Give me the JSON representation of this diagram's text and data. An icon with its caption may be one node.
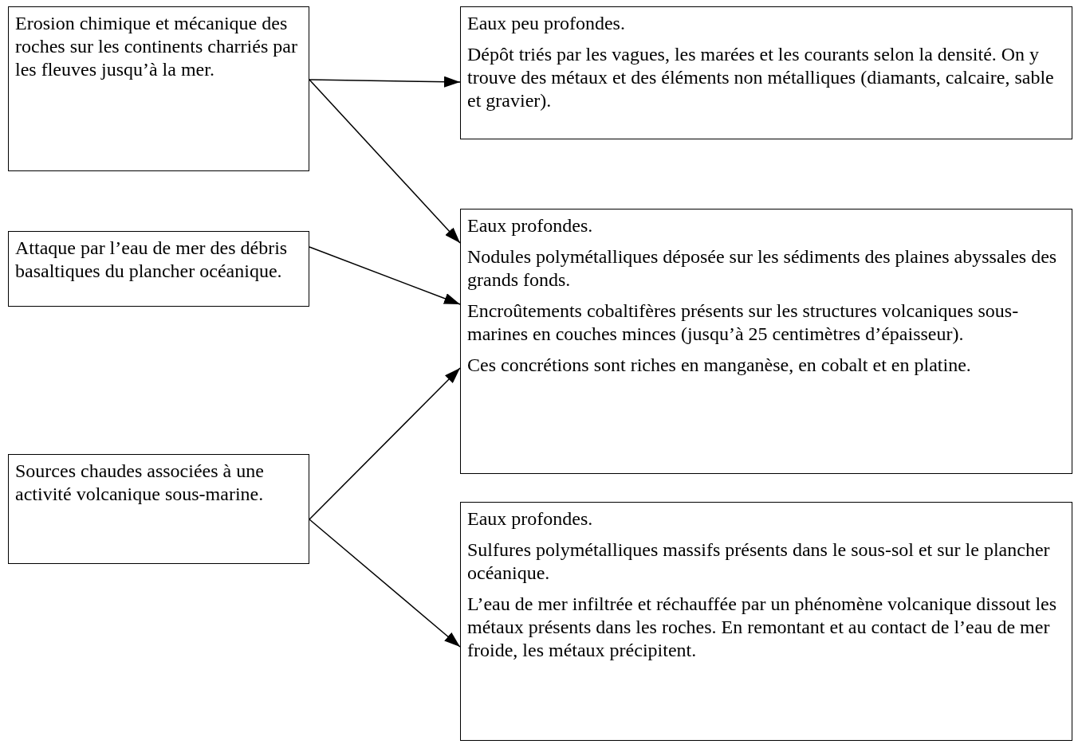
{
  "diagram": {
    "nodes": [
      {
        "text": [
          "Erosion chimique et mécanique des roches sur les continents charriés par les fleuves jusqu’à la mer."
        ]
      },
      {
        "text": [
          "Attaque par l’eau de mer des débris basaltiques du plancher océanique."
        ]
      },
      {
        "text": [
          "Sources chaudes associées à une activité volcanique sous-marine."
        ]
      },
      {
        "text": [
          "Eaux peu profondes.",
          "Dépôt triés par les vagues, les marées et les courants selon la densité. On y trouve des métaux et des éléments non métalliques (diamants, calcaire, sable et gravier)."
        ]
      },
      {
        "text": [
          "Eaux profondes.",
          "Nodules polymétalliques déposée sur les sédiments des plaines abyssales des grands fonds.",
          "Encroûtements cobaltifères présents sur les structures volcaniques sous-marines en couches minces (jusqu’à 25 centimètres d’épaisseur).",
          "Ces concrétions sont riches en manganèse, en cobalt et en platine."
        ]
      },
      {
        "text": [
          "Eaux profondes.",
          "Sulfures polymétalliques massifs présents dans le sous-sol et sur le plancher océanique.",
          "L’eau de mer infiltrée et réchauffée par un phénomène volcanique dissout les métaux présents dans les roches. En remontant et au contact de l’eau de mer froide, les métaux précipitent."
        ]
      }
    ],
    "edges": [
      {
        "from": 0,
        "to": 3,
        "arrow": "to"
      },
      {
        "from": 0,
        "to": 4,
        "arrow": "to"
      },
      {
        "from": 1,
        "to": 4,
        "arrow": "to"
      },
      {
        "from": 2,
        "to": 4,
        "arrow": "to"
      },
      {
        "from": 2,
        "to": 5,
        "arrow": "to"
      }
    ]
  }
}
